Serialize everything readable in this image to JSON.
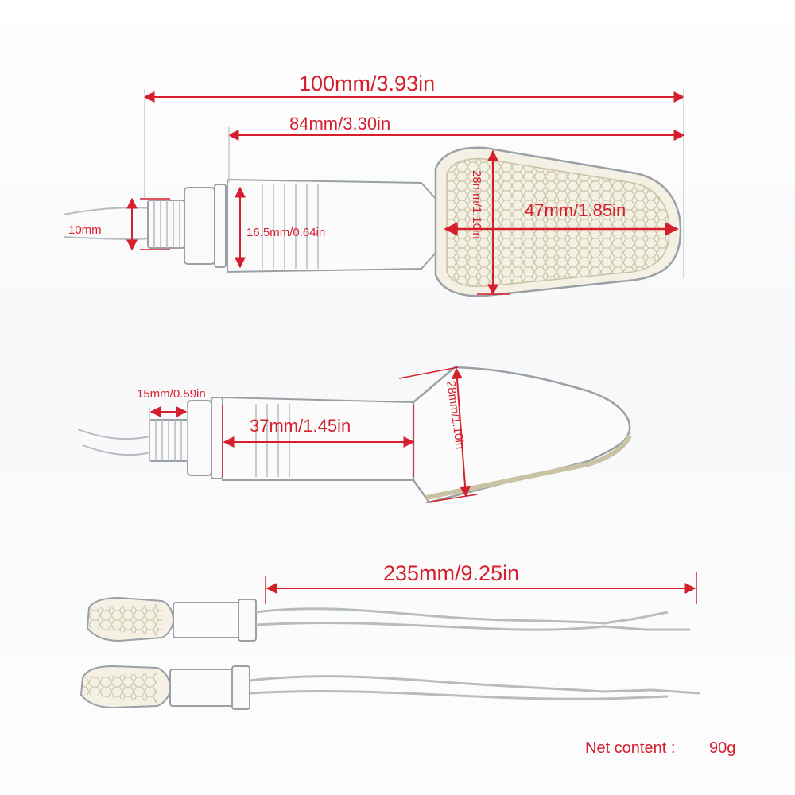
{
  "dimensions": {
    "total_length": "100mm/3.93in",
    "body_length": "84mm/3.30in",
    "thread_diameter": "10mm",
    "body_diameter": "16.5mm/0.64in",
    "lens_length": "47mm/1.85in",
    "lens_height_top": "28mm/1.10in",
    "thread_length": "15mm/0.59in",
    "stem_length": "37mm/1.45in",
    "lens_height_side": "28mm/1.10in",
    "cable_length": "235mm/9.25in"
  },
  "net_content": {
    "label": "Net content :",
    "value": "90g"
  },
  "colors": {
    "dimension_red": "#d61f2c",
    "outline_gray": "#9aa0a6",
    "lens_amber": "#e9e2c6"
  }
}
